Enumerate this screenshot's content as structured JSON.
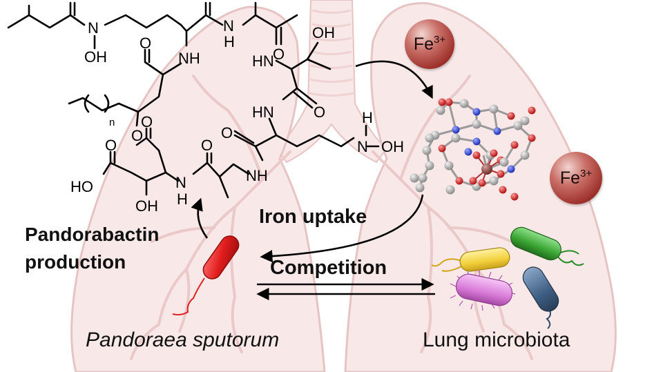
{
  "figure": {
    "structure_atoms": {
      "n_subscript": "n",
      "oh_top": "OH",
      "oh_left": "OH",
      "ho_acid": "HO",
      "oh_acid": "OH",
      "o_hydroxamate": "O",
      "n_hydroxamate": "N",
      "nh_1": "NH",
      "n_amide_top": "N",
      "h_amide_top": "H",
      "hn_thr": "HN",
      "hn_orn": "HN",
      "o_1": "O",
      "o_2": "O",
      "o_3": "O",
      "o_4": "O",
      "o_5": "O",
      "o_6": "O",
      "o_7": "O",
      "n_ala": "N",
      "h_ala": "H",
      "nh_ala": "NH",
      "h_orn_n": "H",
      "n_orn": "N",
      "oh_orn": "OH"
    },
    "fe_top": {
      "symbol": "Fe",
      "charge": "3+"
    },
    "fe_right": {
      "symbol": "Fe",
      "charge": "3+"
    },
    "iron_uptake_label": "Iron uptake",
    "production_label_line1": "Pandorabactin",
    "production_label_line2": "production",
    "competition_label": "Competition",
    "organism_label": "Pandoraea sputorum",
    "microbiota_label": "Lung microbiota",
    "colors": {
      "lung_fill": "#f8e8e8",
      "lung_stroke": "#e6c4c4",
      "pathogen": "#e11d1d",
      "bacteria_yellow": "#f2cf3a",
      "bacteria_green": "#3aa533",
      "bacteria_pink": "#d97bd9",
      "bacteria_blue": "#3f5f83",
      "fe_red": "#9d2f2a",
      "carbon": "#a9a9a9",
      "oxygen": "#d21f1f",
      "nitrogen": "#2a3fd6"
    }
  }
}
